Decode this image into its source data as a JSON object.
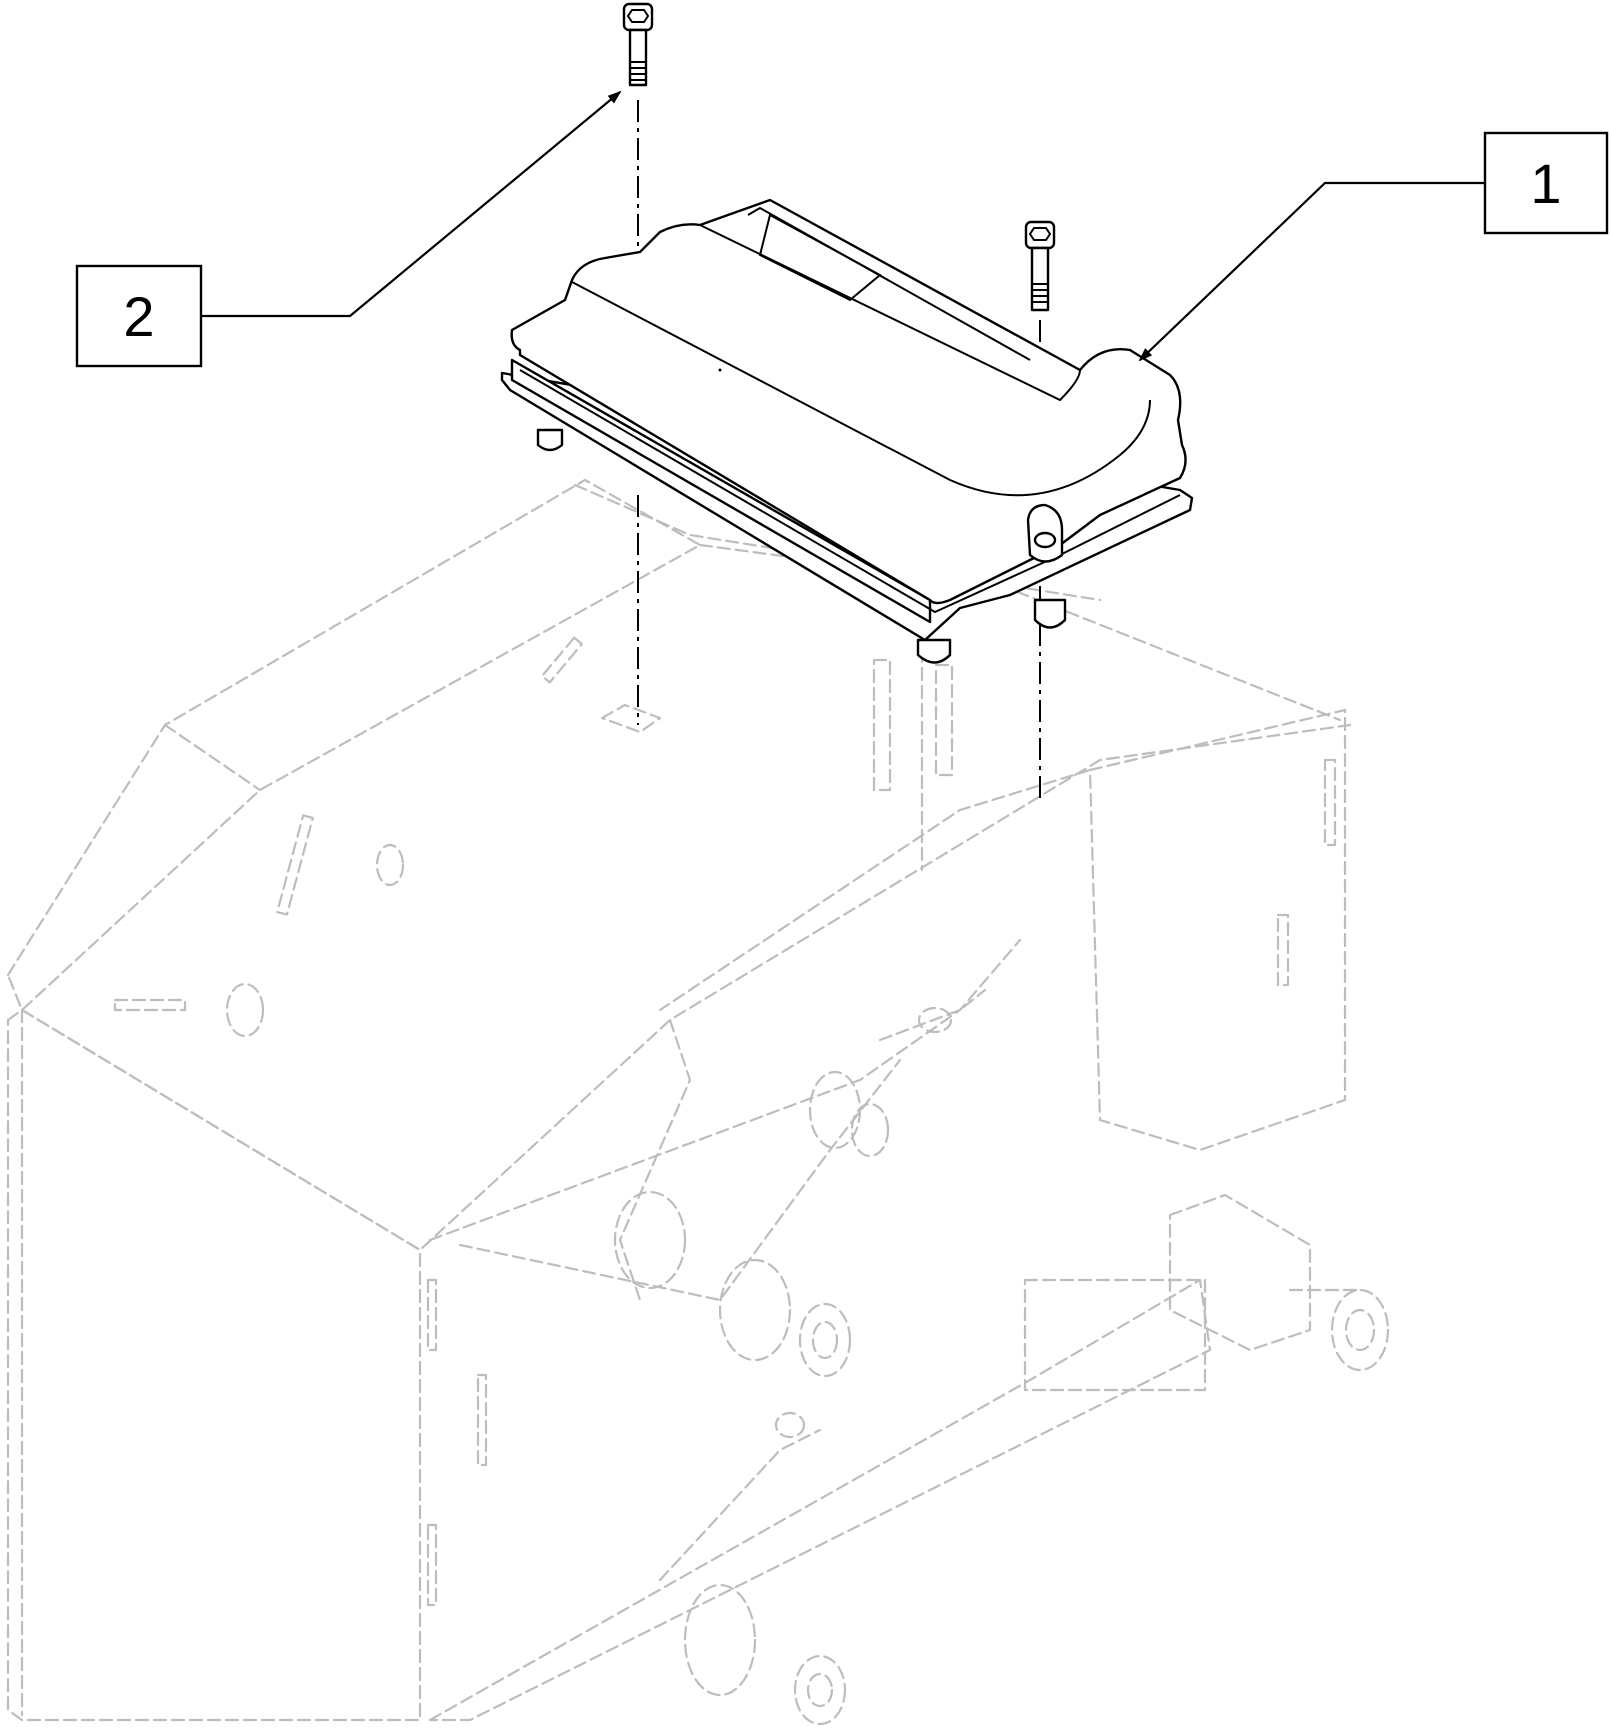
{
  "callouts": [
    {
      "id": "callout-1",
      "label": "1"
    },
    {
      "id": "callout-2",
      "label": "2"
    }
  ],
  "colors": {
    "part_stroke": "#000000",
    "background_ghost_stroke": "#bdbdbd",
    "background": "#ffffff"
  }
}
